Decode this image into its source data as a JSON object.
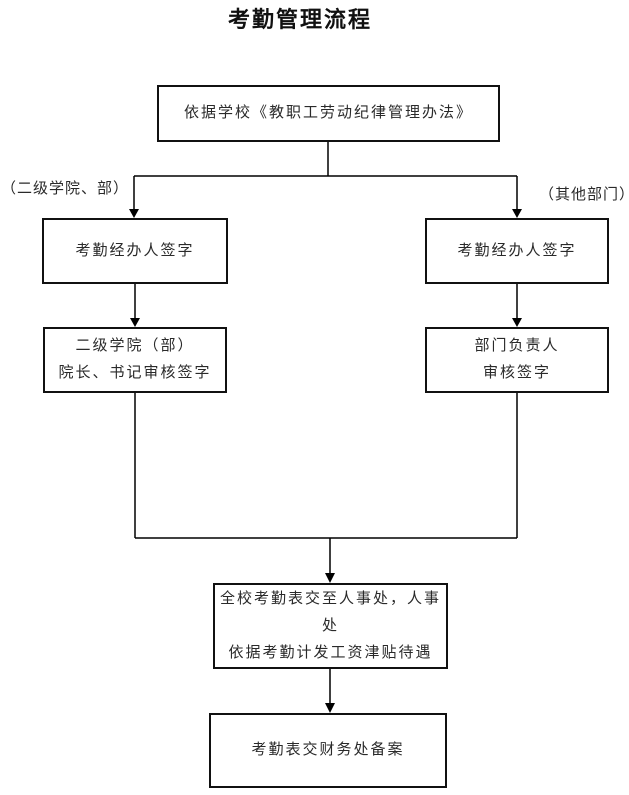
{
  "title": "考勤管理流程",
  "branch_labels": {
    "left": "（二级学院、部）",
    "right": "（其他部门）"
  },
  "nodes": {
    "policy": {
      "text": "依据学校《教职工劳动纪律管理办法》"
    },
    "left_sign": {
      "text": "考勤经办人签字"
    },
    "right_sign": {
      "text": "考勤经办人签字"
    },
    "left_review": {
      "line1": "二级学院（部）",
      "line2": "院长、书记审核签字"
    },
    "right_review": {
      "line1": "部门负责人",
      "line2": "审核签字"
    },
    "hr": {
      "line1": "全校考勤表交至人事处，人事处",
      "line2": "依据考勤计发工资津贴待遇"
    },
    "finance": {
      "text": "考勤表交财务处备案"
    }
  },
  "colors": {
    "line": "#000000",
    "text": "#1a1a1a",
    "background": "#ffffff"
  }
}
